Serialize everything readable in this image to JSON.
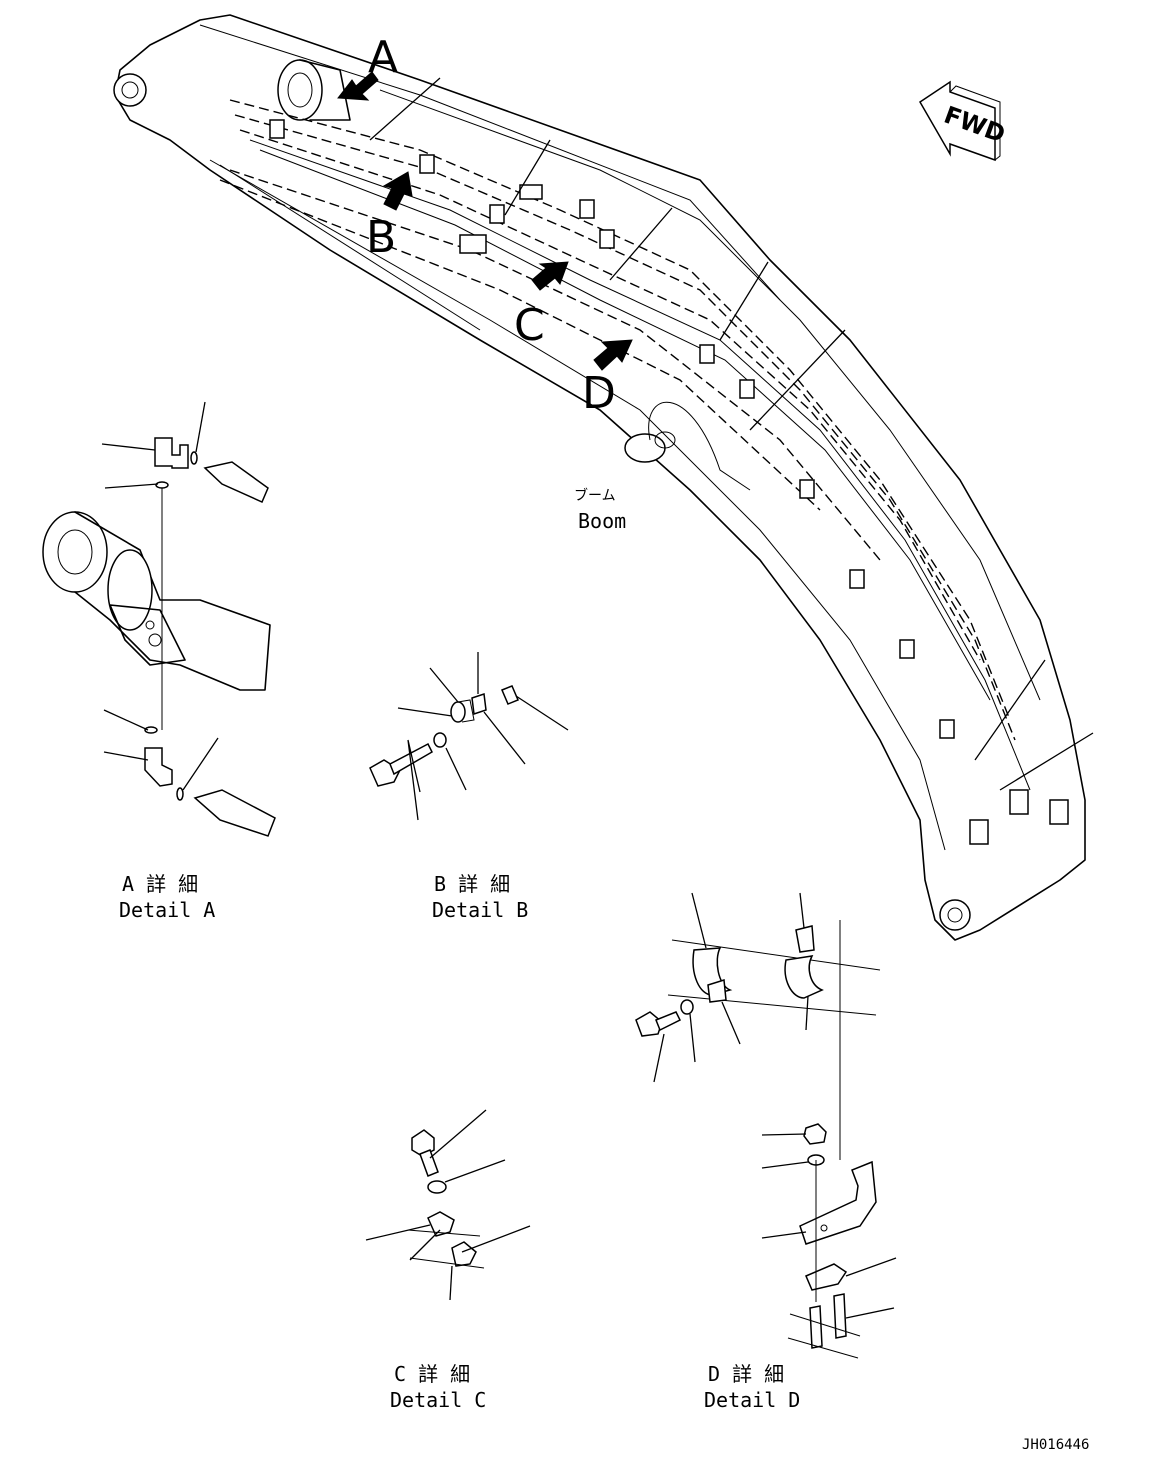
{
  "callouts": {
    "a": "A",
    "b": "B",
    "c": "C",
    "d": "D"
  },
  "direction": {
    "label": "FWD",
    "icon": "direction-arrow-icon"
  },
  "boom_label": {
    "ja": "ブーム",
    "en": "Boom"
  },
  "details": {
    "a": {
      "ja": "A 詳 細",
      "en": "Detail A"
    },
    "b": {
      "ja": "B 詳 細",
      "en": "Detail B"
    },
    "c": {
      "ja": "C 詳 細",
      "en": "Detail C"
    },
    "d": {
      "ja": "D 詳 細",
      "en": "Detail D"
    }
  },
  "drawing_number": "JH016446"
}
